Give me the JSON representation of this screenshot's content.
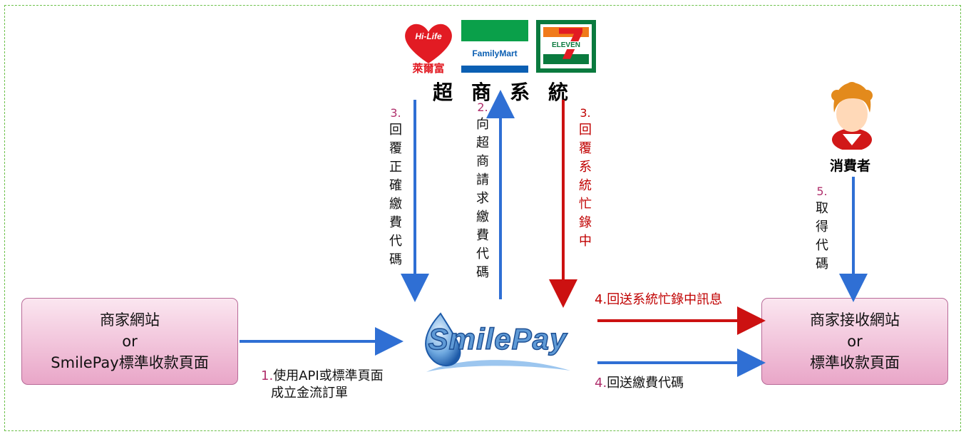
{
  "header": {
    "store_system": "超商系統"
  },
  "logos": {
    "hilife": {
      "text_top": "Hi-Life",
      "text_bottom": "萊爾富"
    },
    "familymart": {
      "text": "FamilyMart"
    },
    "seven_eleven": {
      "text": "ELEVEN"
    },
    "smilepay": {
      "text": "SmilePay"
    }
  },
  "merchant_site": {
    "line1": "商家網站",
    "line2": "or",
    "line3": "SmilePay標準收款頁面"
  },
  "merchant_receive": {
    "line1": "商家接收網站",
    "line2": "or",
    "line3": "標準收款頁面"
  },
  "consumer": {
    "label": "消費者"
  },
  "steps": {
    "step1": {
      "num": "1.",
      "line1": "使用API或標準頁面",
      "line2": "成立金流訂單"
    },
    "step2": {
      "num": "2.",
      "chars": [
        "向",
        "超",
        "商",
        "請",
        "求",
        "繳",
        "費",
        "代",
        "碼"
      ]
    },
    "step3_ok": {
      "num": "3.",
      "chars": [
        "回",
        "覆",
        "正",
        "確",
        "繳",
        "費",
        "代",
        "碼"
      ]
    },
    "step3_busy": {
      "num": "3.",
      "chars": [
        "回",
        "覆",
        "系",
        "統",
        "忙",
        "錄",
        "中"
      ]
    },
    "step4_busy": {
      "num": "4.",
      "text": "回送系統忙錄中訊息"
    },
    "step4_code": {
      "num": "4.",
      "text": "回送繳費代碼"
    },
    "step5": {
      "num": "5.",
      "chars": [
        "取",
        "得",
        "代",
        "碼"
      ]
    }
  },
  "colors": {
    "blue": "#2f6fd4",
    "red": "#cc1111",
    "pink": "#e9a6c8",
    "border": "#6cc04a"
  }
}
